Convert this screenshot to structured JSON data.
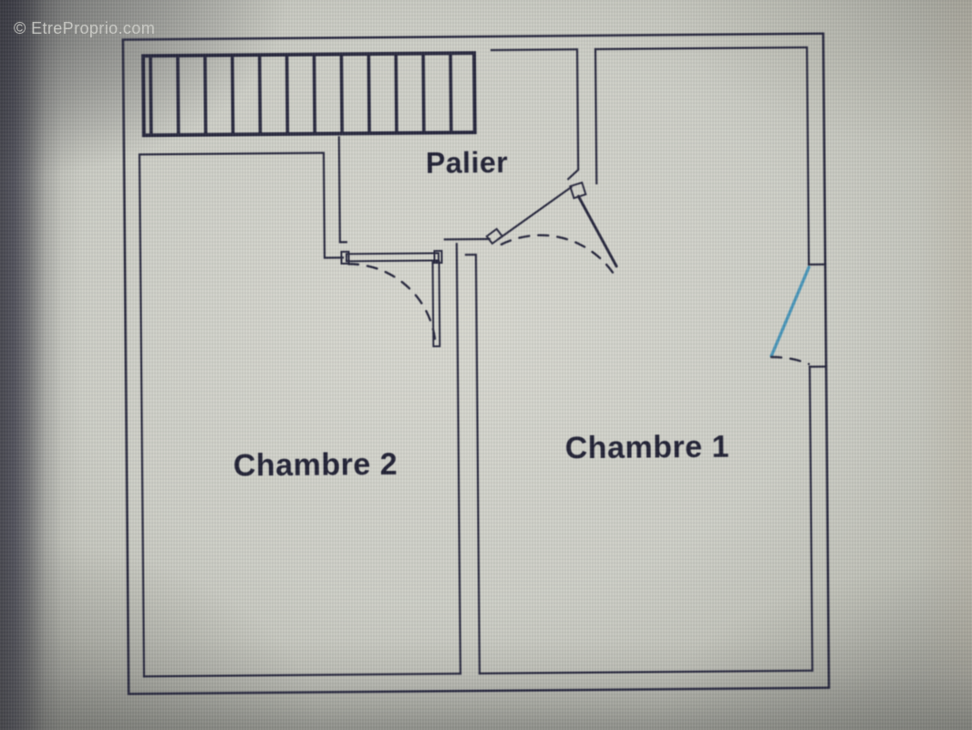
{
  "watermark": {
    "text": "© EtreProprio.com"
  },
  "plan": {
    "type": "floor-plan",
    "rooms": [
      {
        "name": "Palier"
      },
      {
        "name": "Chambre 2"
      },
      {
        "name": "Chambre 1"
      }
    ],
    "stairs": {
      "tread_count": 12
    },
    "doors": [
      {
        "room": "Chambre 2",
        "style": "dashed swing arc, hinge right"
      },
      {
        "room": "Chambre 1",
        "style": "angled doorway, dashed swing arc"
      },
      {
        "room": "Chambre 1 exterior wall",
        "style": "blue leaf, dashed swing arc"
      }
    ],
    "colors": {
      "wall": "#23233a",
      "door_accent": "#4694b8",
      "label": "#1e1e32",
      "paper": "#d4d5cc"
    }
  }
}
